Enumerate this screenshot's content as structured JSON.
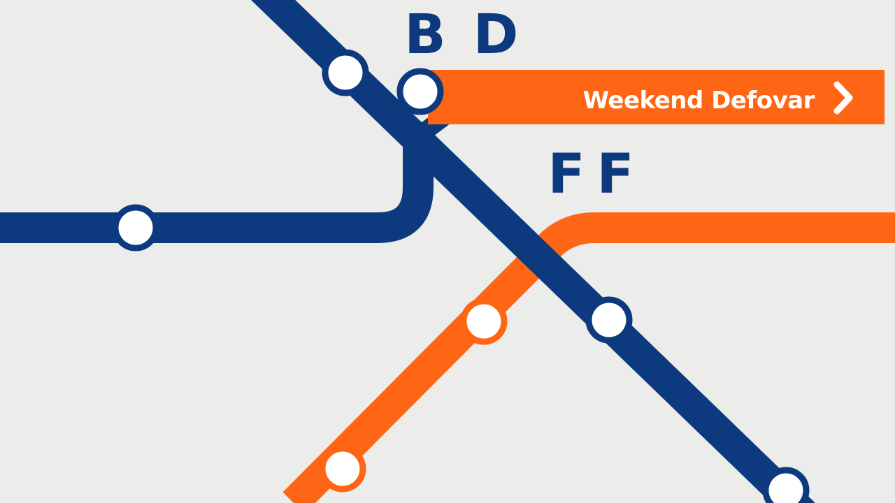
{
  "colors": {
    "background": "#ececea",
    "blue_line": "#0d3a7e",
    "orange_line": "#fe6514",
    "station_fill": "#ffffff",
    "banner_text": "#ffffff"
  },
  "routes": {
    "upper_left": "B",
    "upper_right": "D",
    "lower_left": "F",
    "lower_right": "F"
  },
  "banner": {
    "label": "Weekend Defovar",
    "icon": "chevron-right-icon"
  }
}
